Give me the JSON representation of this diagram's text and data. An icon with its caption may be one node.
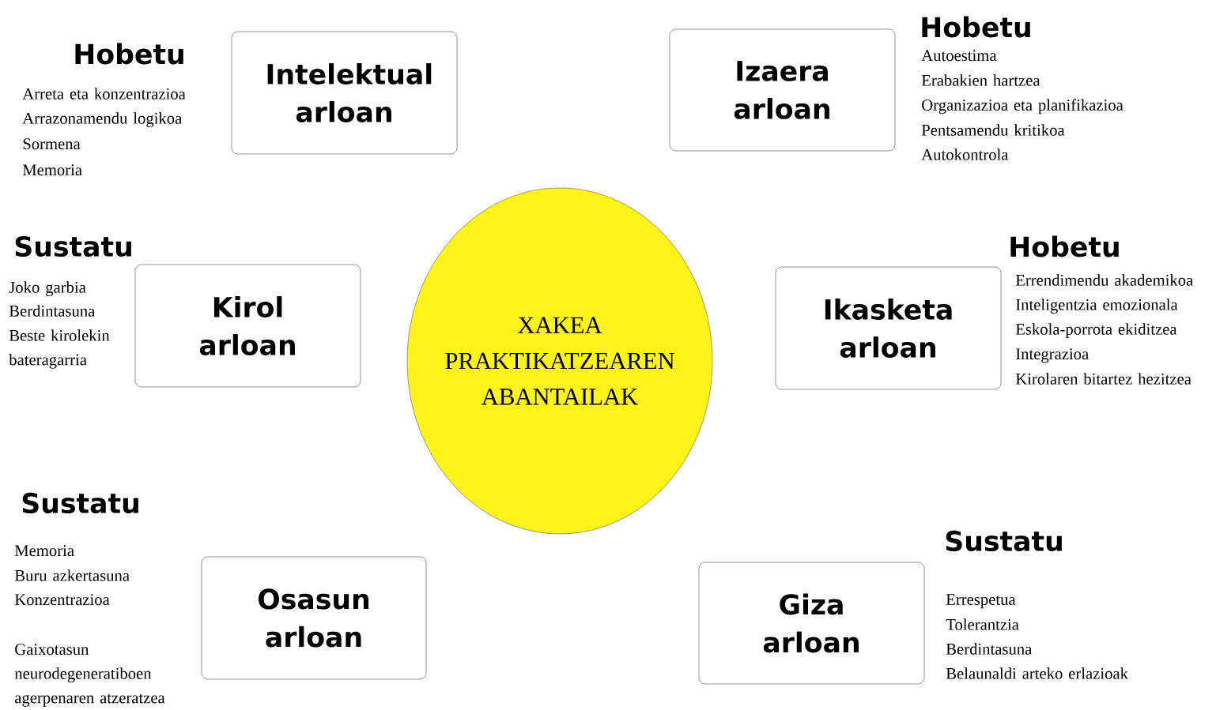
{
  "diagram": {
    "nodes": [
      {
        "text": [
          "Intelektual arloan"
        ],
        "beside": [
          "Hobetu",
          "Arreta eta konzentrazioa",
          "Arrazonamendu logikoa",
          "Sormena",
          "Memoria"
        ]
      },
      {
        "text": [
          "Izaera arloan"
        ],
        "beside": [
          "Hobetu",
          "Autoestima",
          "Erabakien hartzea",
          "Organizazioa eta planifikazioa",
          "Pentsamendu kritikoa",
          "Autokontrola"
        ]
      },
      {
        "text": [
          "Kirol arloan"
        ],
        "beside": [
          "Sustatu",
          "Joko garbia",
          "Berdintasuna",
          "Beste kirolekin bateragarria"
        ]
      },
      {
        "text": [
          "XAKEA PRAKTIKATZEAREN ABANTAILAK"
        ]
      },
      {
        "text": [
          "Ikasketa arloan"
        ],
        "beside": [
          "Hobetu",
          "Errendimendu akademikoa",
          "Inteligentzia emozionala",
          "Eskola-porrota ekiditzea",
          "Integrazioa",
          "Kirolaren bitartez hezitzea"
        ]
      },
      {
        "text": [
          "Osasun arloan"
        ],
        "beside": [
          "Sustatu",
          "Memoria",
          "Buru azkertasuna",
          "Konzentrazioa",
          "Gaixotasun neurodegeneratiboen agerpenaren atzeratzea"
        ]
      },
      {
        "text": [
          "Giza arloan"
        ],
        "beside": [
          "Sustatu",
          "Errespetua",
          "Tolerantzia",
          "Berdintasuna",
          "Belaunaldi arteko erlazioak"
        ]
      }
    ]
  }
}
